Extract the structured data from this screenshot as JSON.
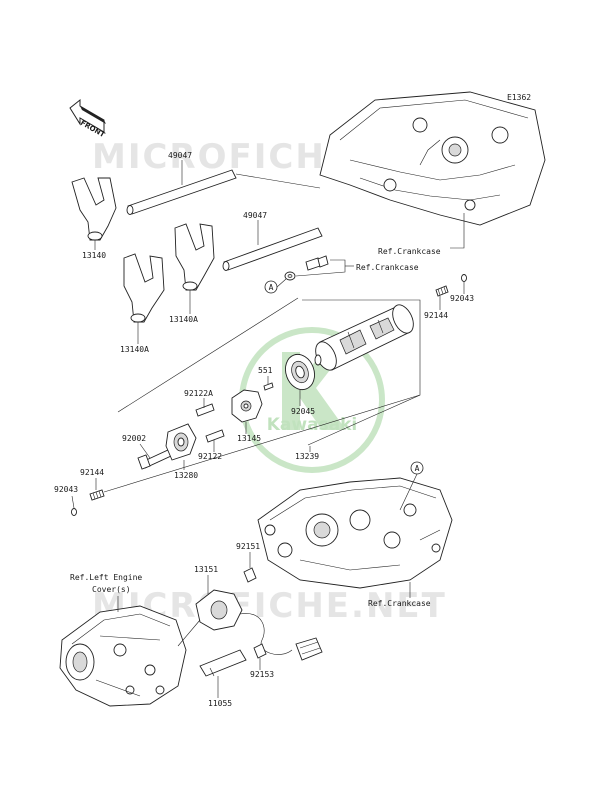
{
  "diagram_code": "E1362",
  "front_label": "FRONT",
  "watermarks": [
    "MICROFICHE.NET",
    "MICROFICHE.NET"
  ],
  "logo_text": "Kawasaki",
  "callout_letter": "A",
  "part_numbers": {
    "p49047_upper": "49047",
    "p49047_lower": "49047",
    "p13140": "13140",
    "p13140a_right": "13140A",
    "p13140a_left": "13140A",
    "p92043_right": "92043",
    "p92144_right": "92144",
    "p551": "551",
    "p92122a": "92122A",
    "p92045": "92045",
    "p92002": "92002",
    "p13145": "13145",
    "p92122": "92122",
    "p13239": "13239",
    "p13280": "13280",
    "p92144_left": "92144",
    "p92043_left": "92043",
    "p92151": "92151",
    "p13151": "13151",
    "p92153": "92153",
    "p11055": "11055"
  },
  "references": {
    "crankcase_1": "Ref.Crankcase",
    "crankcase_2": "Ref.Crankcase",
    "crankcase_3": "Ref.Crankcase",
    "left_engine_line1": "Ref.Left Engine",
    "left_engine_line2": "Cover(s)"
  }
}
